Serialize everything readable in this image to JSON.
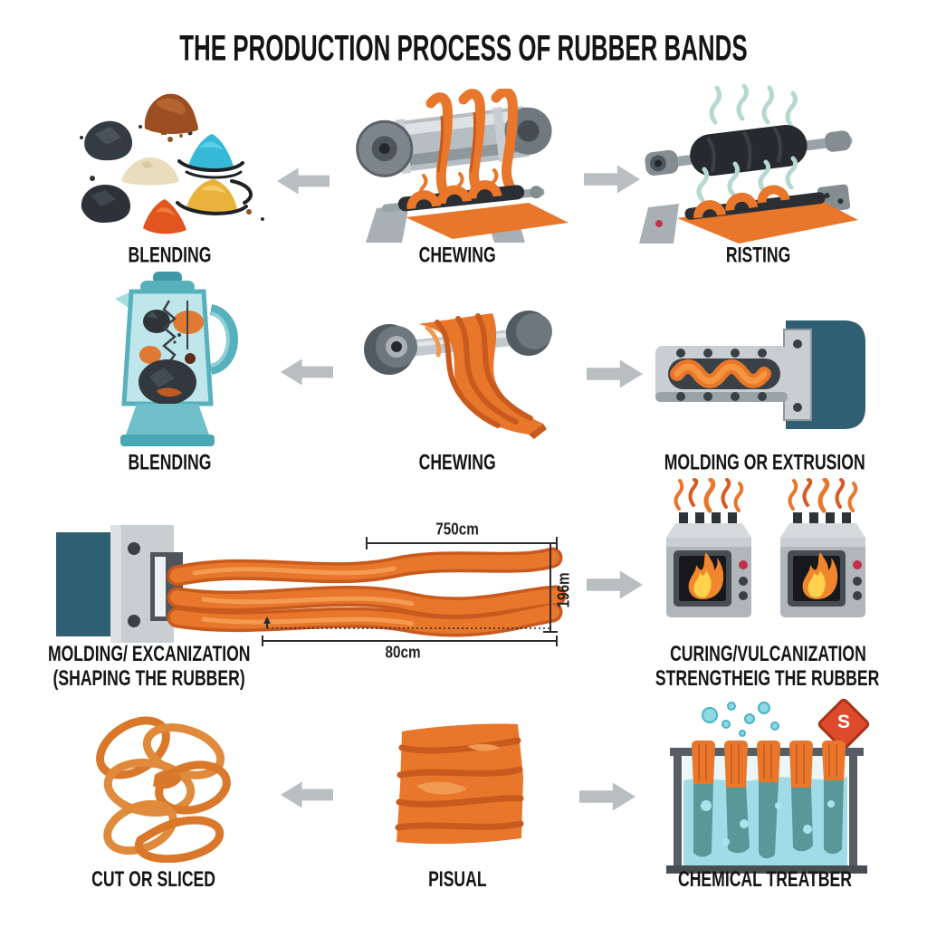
{
  "title": "THE PRODUCTION PROCESS OF RUBBER BANDS",
  "steps": [
    {
      "label": "BLENDING"
    },
    {
      "label": "CHEWING"
    },
    {
      "label": "RISTING"
    },
    {
      "label": "BLENDING"
    },
    {
      "label": "CHEWING"
    },
    {
      "label": "MOLDING OR EXTRUSION"
    },
    {
      "label": "MOLDING/ EXCANIZATION",
      "sublabel": "(SHAPING THE RUBBER)"
    },
    {
      "label": "CURING/VULCANIZATION",
      "sublabel": "STRENGTHEIG THE RUBBER"
    },
    {
      "label": "CUT OR SLICED"
    },
    {
      "label": "PISUAL"
    },
    {
      "label": "CHEMICAL TREATBER"
    }
  ],
  "measurements": {
    "top_length": "750cm",
    "bottom_length": "80cm",
    "side_height": "196m"
  },
  "warning_sign_letter": "S",
  "colors": {
    "rubber_orange": "#e8762b",
    "rubber_dark": "#c85a1e",
    "machine_teal": "#2e5f72",
    "metal_gray": "#b7bec3",
    "arrow_gray": "#b9bec1",
    "steam_teal": "#b7d8d2",
    "liquid_cyan": "#62c6d8",
    "warning_red": "#dd4b2c",
    "flame_yellow": "#ffd24d"
  }
}
